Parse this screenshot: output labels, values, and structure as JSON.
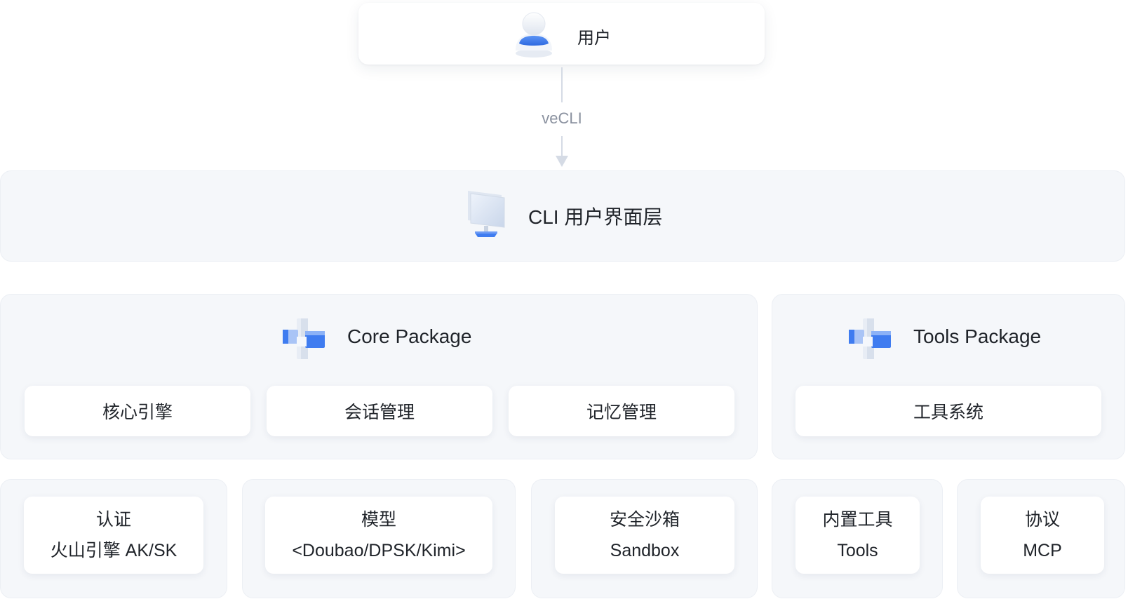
{
  "user": {
    "label": "用户",
    "icon": "user-avatar-icon"
  },
  "connector": {
    "label": "veCLI"
  },
  "cli_layer": {
    "title": "CLI 用户界面层",
    "icon": "monitor-icon"
  },
  "core_package": {
    "title": "Core Package",
    "icon": "package-blocks-icon",
    "modules": [
      "核心引擎",
      "会话管理",
      "记忆管理"
    ]
  },
  "tools_package": {
    "title": "Tools Package",
    "icon": "package-blocks-icon",
    "modules": [
      "工具系统"
    ]
  },
  "services": [
    {
      "line1": "认证",
      "line2": "火山引擎 AK/SK"
    },
    {
      "line1": "模型",
      "line2": "<Doubao/DPSK/Kimi>"
    },
    {
      "line1": "安全沙箱",
      "line2": "Sandbox"
    },
    {
      "line1": "内置工具",
      "line2": "Tools"
    },
    {
      "line1": "协议",
      "line2": "MCP"
    }
  ],
  "colors": {
    "accent_blue": "#3f7cf0",
    "panel_bg": "#f5f7fa",
    "connector": "#d5dbe5",
    "muted_text": "#8a919f"
  }
}
